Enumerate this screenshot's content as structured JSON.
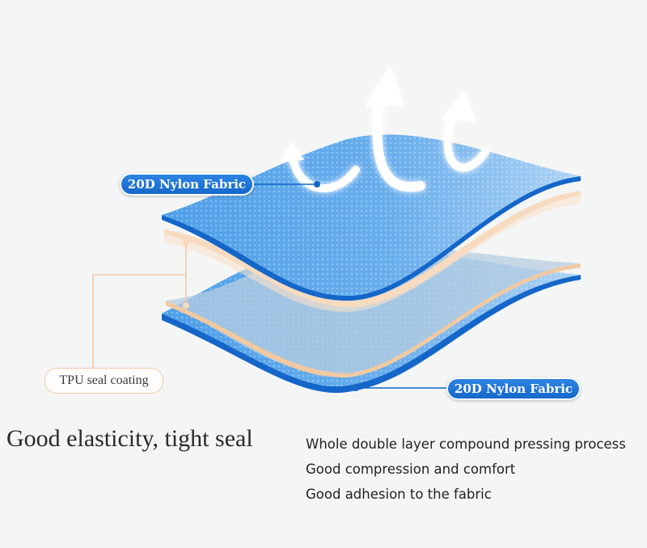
{
  "labels": {
    "top_fabric": "20D Nylon Fabric",
    "bottom_fabric": "20D Nylon Fabric",
    "coating": "TPU seal coating"
  },
  "headline": "Good elasticity, tight seal",
  "features": [
    "Whole double layer compound pressing process",
    "Good compression and comfort",
    "Good adhesion to the fabric"
  ],
  "colors": {
    "fabric_blue": "#4a9be6",
    "fabric_edge": "#1466c9",
    "coating_peach": "#f6dcc0",
    "background": "#f4f5f5"
  },
  "icons": [
    "breathable-arrow-icon"
  ]
}
